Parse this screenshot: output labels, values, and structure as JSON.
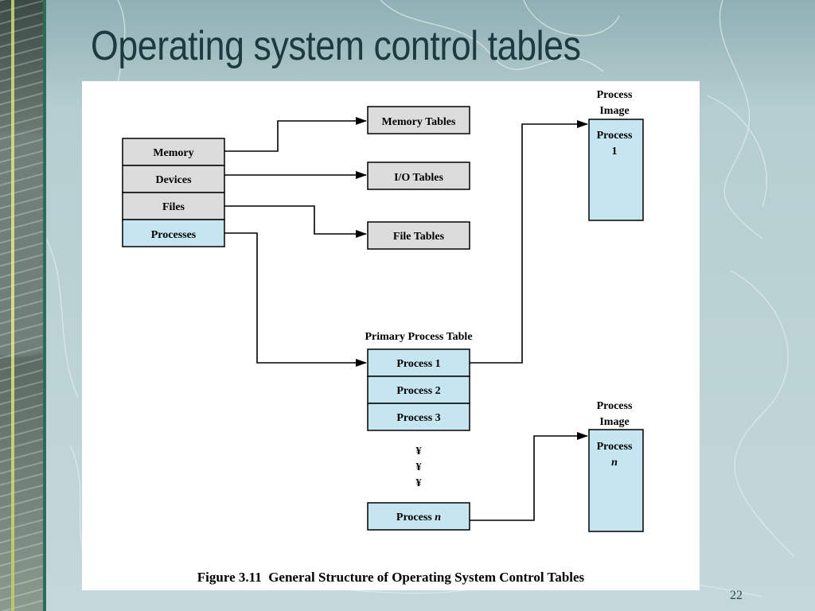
{
  "slide": {
    "title": "Operating system control tables",
    "page_number": "22"
  },
  "diagram": {
    "left_table": [
      "Memory",
      "Devices",
      "Files",
      "Processes"
    ],
    "right_tables": {
      "memory": "Memory Tables",
      "io": "I/O Tables",
      "file": "File Tables"
    },
    "primary_table": {
      "label": "Primary Process Table",
      "rows": [
        "Process 1",
        "Process 2",
        "Process 3"
      ],
      "ellipsis": [
        "¥",
        "¥",
        "¥"
      ],
      "last_row": {
        "prefix": "Process ",
        "italic": "n"
      }
    },
    "process_image_1": {
      "label_line1": "Process",
      "label_line2": "Image",
      "content_line1": "Process",
      "content_line2": "1"
    },
    "process_image_n": {
      "label_line1": "Process",
      "label_line2": "Image",
      "content_line1": "Process",
      "content_line2": "n"
    },
    "caption": "Figure 3.11  General Structure of Operating System Control Tables"
  },
  "colors": {
    "gray_box": "#dcdcdc",
    "blue_box": "#c5e6f0",
    "title": "#1d3b3e"
  }
}
